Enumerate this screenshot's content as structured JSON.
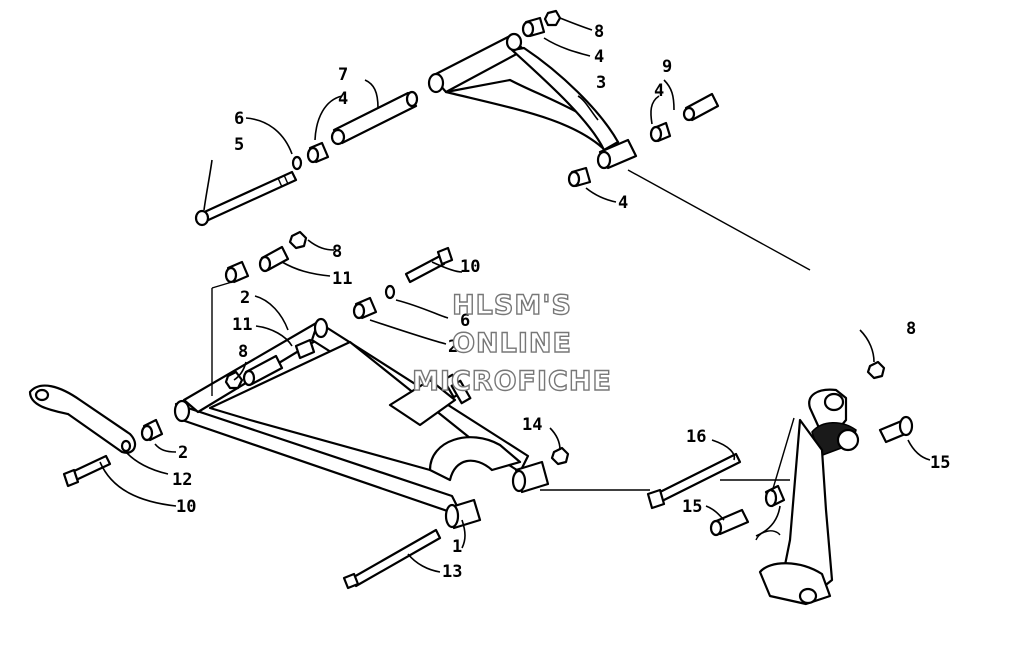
{
  "watermark": {
    "line1": "HLSM'S",
    "line2": "ONLINE",
    "line3": "MICROFICHE"
  },
  "callouts": [
    {
      "id": "c8a",
      "label": "8"
    },
    {
      "id": "c4a",
      "label": "4"
    },
    {
      "id": "c7",
      "label": "7"
    },
    {
      "id": "c3",
      "label": "3"
    },
    {
      "id": "c9",
      "label": "9"
    },
    {
      "id": "c4b",
      "label": "4"
    },
    {
      "id": "c4c",
      "label": "4"
    },
    {
      "id": "c6a",
      "label": "6"
    },
    {
      "id": "c5",
      "label": "5"
    },
    {
      "id": "c4d",
      "label": "4"
    },
    {
      "id": "c8b",
      "label": "8"
    },
    {
      "id": "c11a",
      "label": "11"
    },
    {
      "id": "c10a",
      "label": "10"
    },
    {
      "id": "c2a",
      "label": "2"
    },
    {
      "id": "c6b",
      "label": "6"
    },
    {
      "id": "c11b",
      "label": "11"
    },
    {
      "id": "c2b",
      "label": "2"
    },
    {
      "id": "c8c",
      "label": "8"
    },
    {
      "id": "c8d",
      "label": "8"
    },
    {
      "id": "c14",
      "label": "14"
    },
    {
      "id": "c16",
      "label": "16"
    },
    {
      "id": "c15a",
      "label": "15"
    },
    {
      "id": "c2c",
      "label": "2"
    },
    {
      "id": "c12",
      "label": "12"
    },
    {
      "id": "c10b",
      "label": "10"
    },
    {
      "id": "c15b",
      "label": "15"
    },
    {
      "id": "c1",
      "label": "1"
    },
    {
      "id": "c13",
      "label": "13"
    }
  ]
}
